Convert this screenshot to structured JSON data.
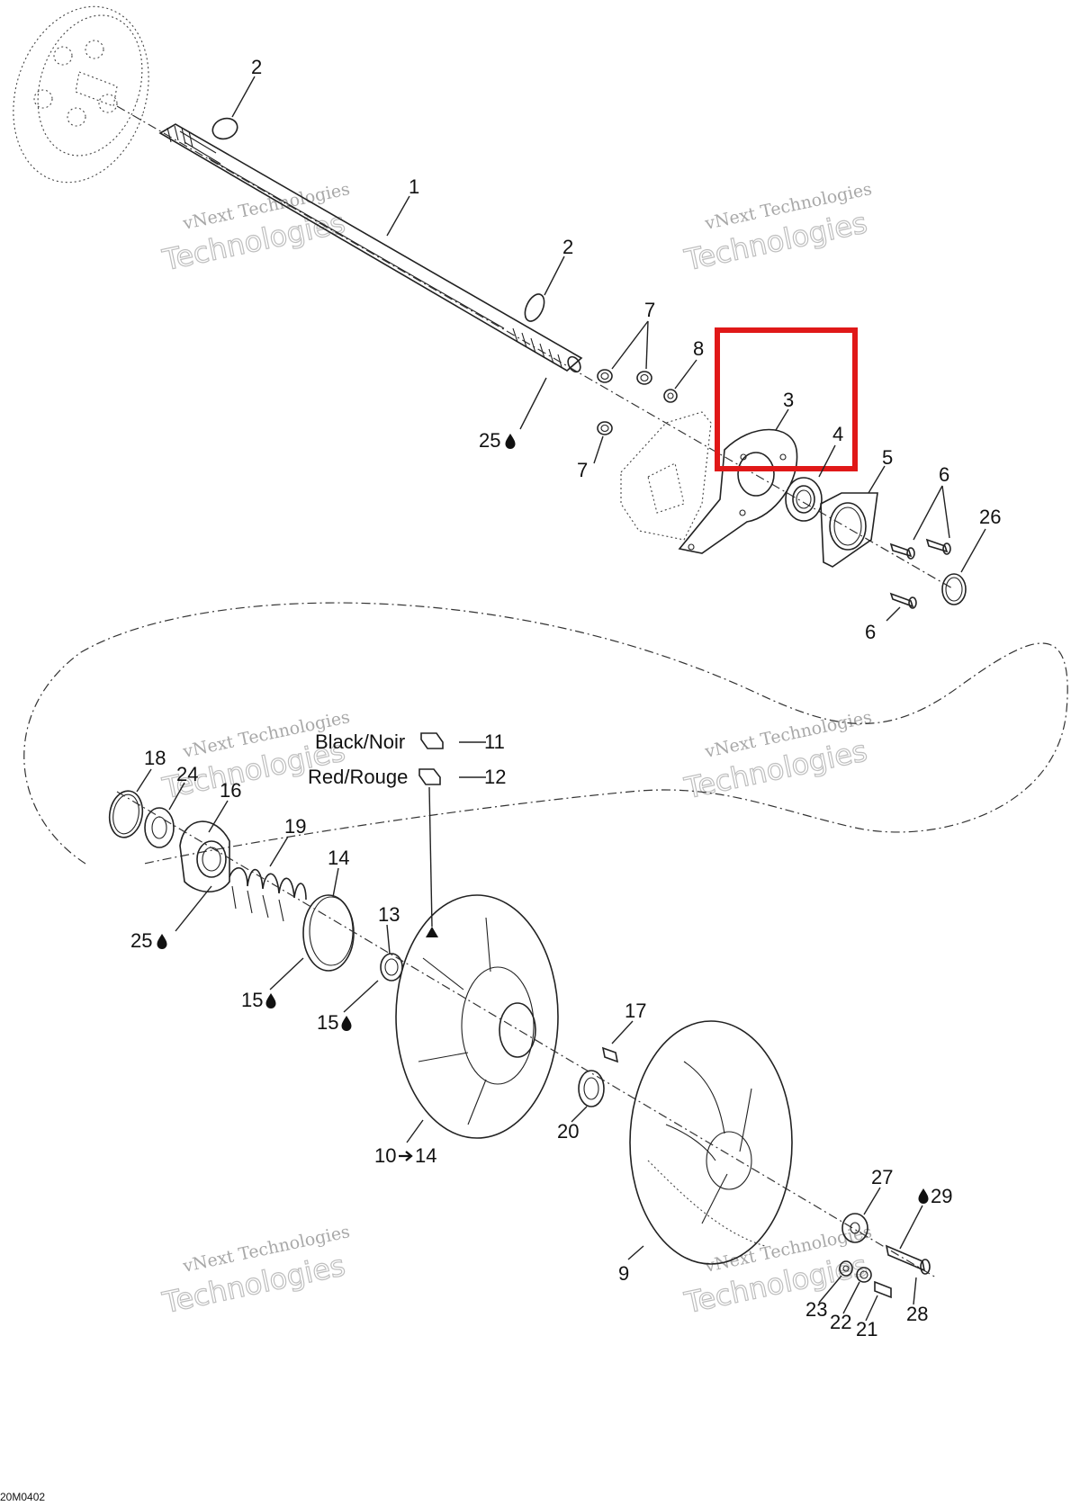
{
  "callouts": {
    "c1": "1",
    "c2a": "2",
    "c2b": "2",
    "c3": "3",
    "c4": "4",
    "c5": "5",
    "c6a": "6",
    "c6b": "6",
    "c7a": "7",
    "c7b": "7",
    "c8": "8",
    "c9": "9",
    "c10": "10",
    "c14x": "14",
    "c11": "11",
    "c12": "12",
    "c13": "13",
    "c14": "14",
    "c15a": "15",
    "c15b": "15",
    "c16": "16",
    "c17": "17",
    "c18": "18",
    "c19": "19",
    "c20": "20",
    "c21": "21",
    "c22": "22",
    "c23": "23",
    "c24": "24",
    "c25a": "25",
    "c25b": "25",
    "c26": "26",
    "c27": "27",
    "c28": "28",
    "c29": "29"
  },
  "labels": {
    "black": "Black/Noir",
    "red": "Red/Rouge"
  },
  "watermark": {
    "line1": "vNext Technologies",
    "line2": "Technologies"
  },
  "figure_code": "20M0402",
  "highlight": {
    "color": "#e01818"
  }
}
